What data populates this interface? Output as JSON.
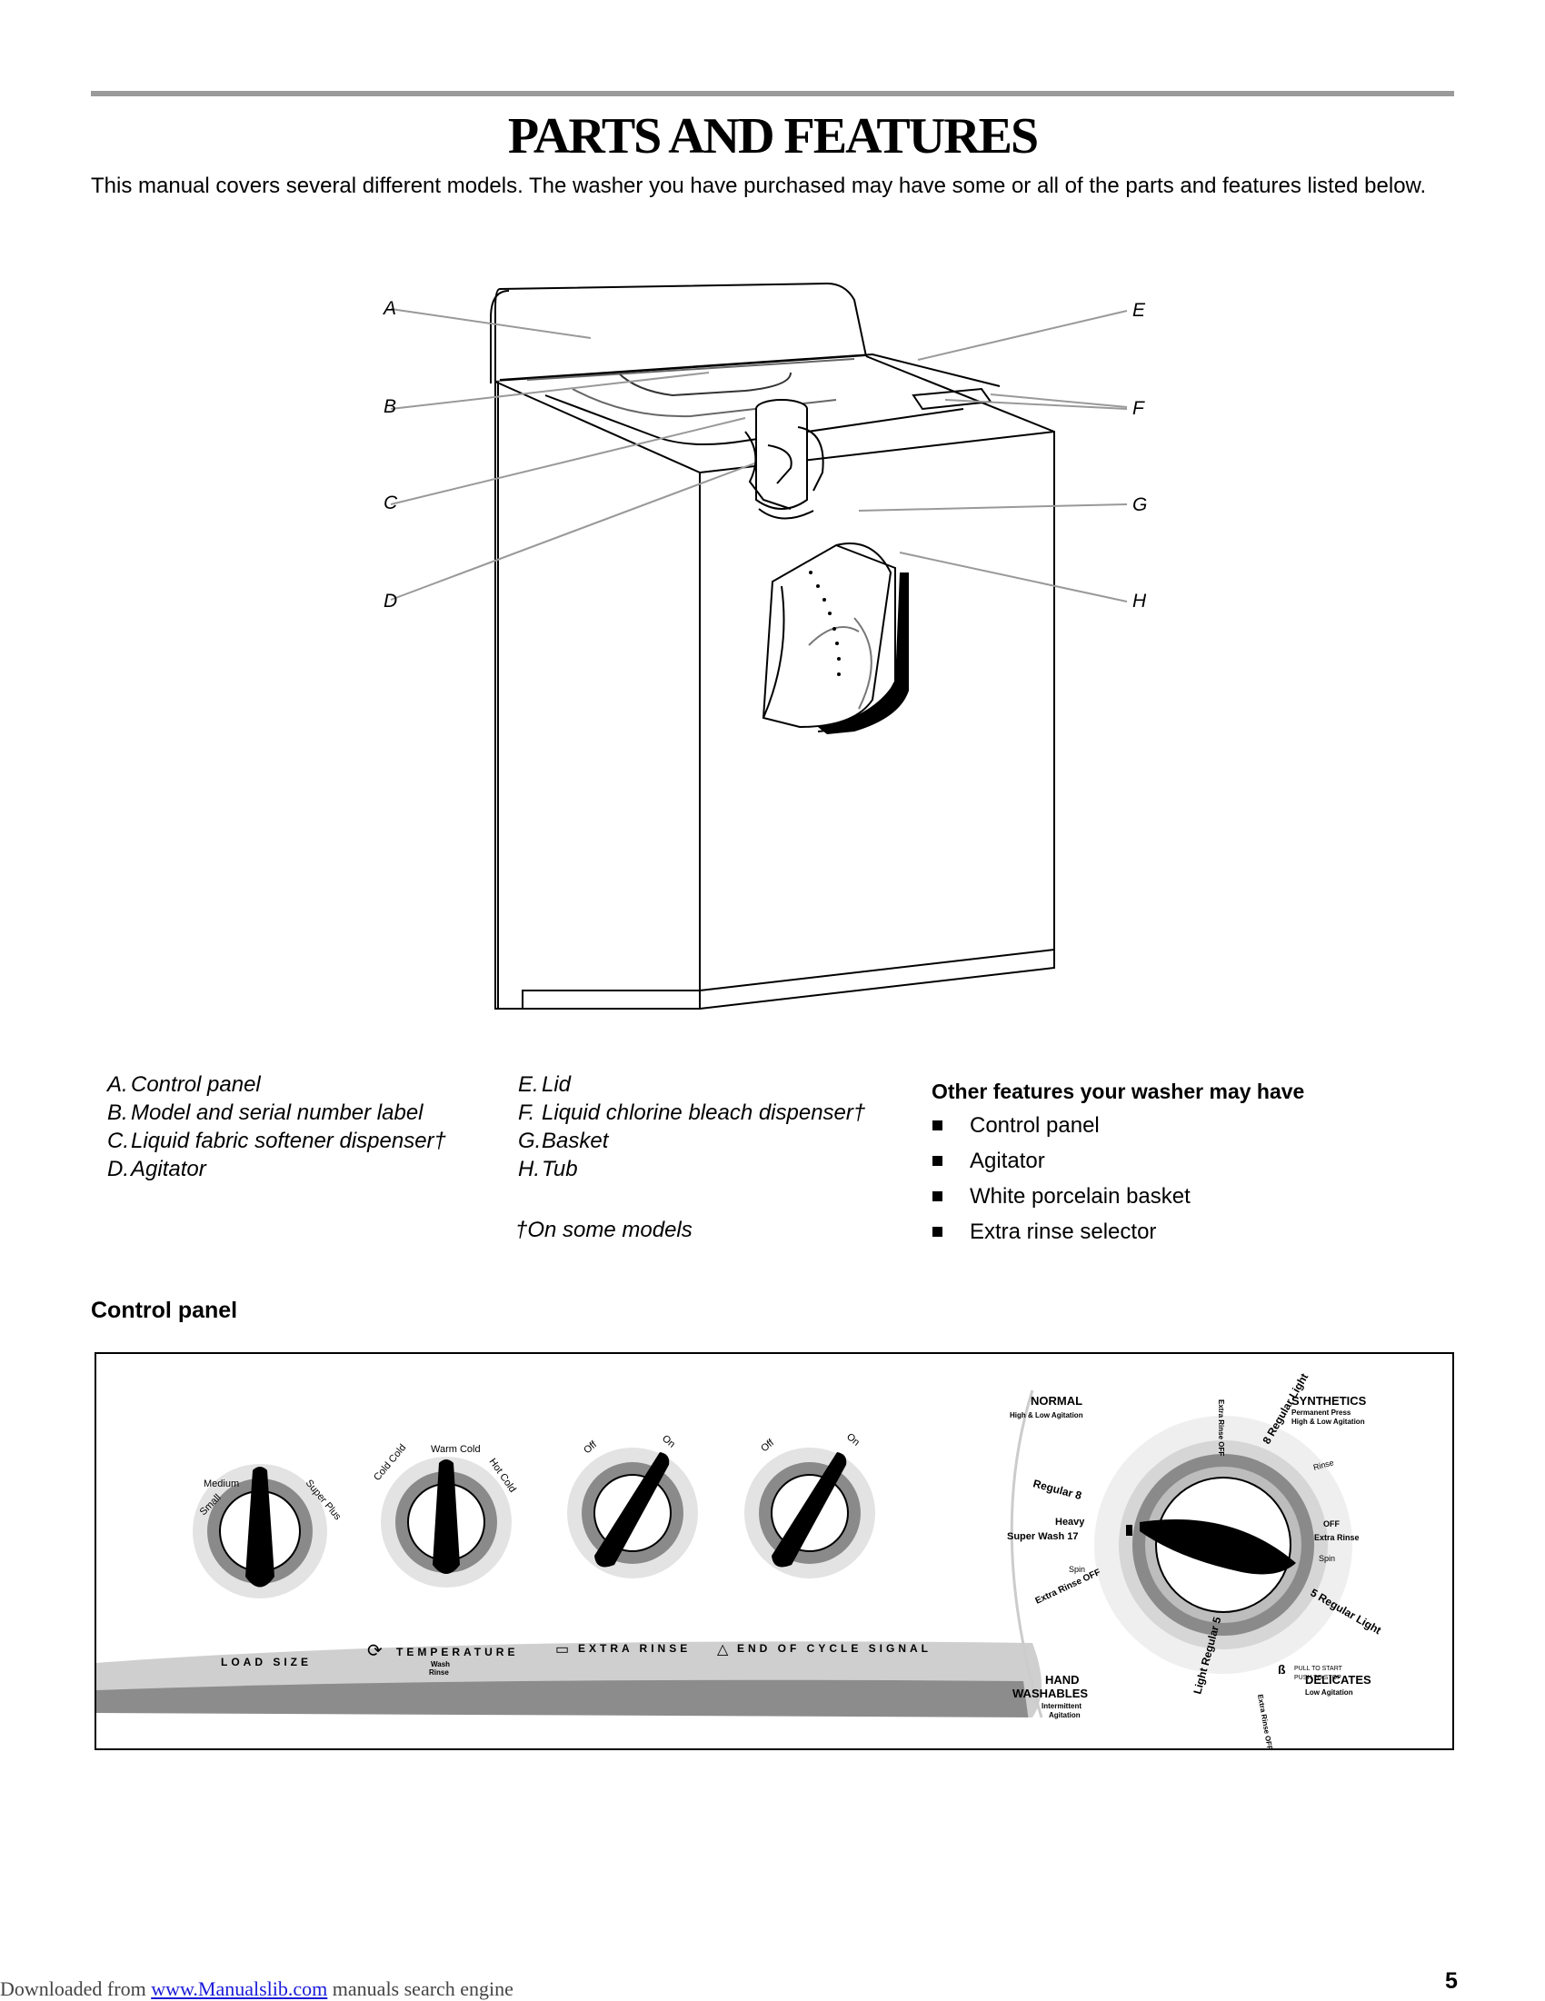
{
  "page": {
    "title": "PARTS AND FEATURES",
    "intro": "This manual covers several different models. The washer you have purchased may have some or all of the parts and features listed below.",
    "page_number": "5"
  },
  "diagram": {
    "callouts": [
      "A",
      "B",
      "C",
      "D",
      "E",
      "F",
      "G",
      "H"
    ]
  },
  "legend": {
    "left": [
      {
        "code": "A.",
        "text": "Control panel"
      },
      {
        "code": "B.",
        "text": "Model and serial number label"
      },
      {
        "code": "C.",
        "text": "Liquid fabric softener dispenser†"
      },
      {
        "code": "D.",
        "text": "Agitator"
      }
    ],
    "middle": [
      {
        "code": "E.",
        "text": "Lid"
      },
      {
        "code": "F.",
        "text": "Liquid chlorine bleach dispenser†"
      },
      {
        "code": "G.",
        "text": "Basket"
      },
      {
        "code": "H.",
        "text": "Tub"
      }
    ],
    "footnote": "†On some models"
  },
  "other_features": {
    "heading": "Other features your washer may have",
    "items": [
      "Control panel",
      "Agitator",
      "White porcelain basket",
      "Extra rinse selector"
    ]
  },
  "control_panel": {
    "heading": "Control panel",
    "load_size": {
      "label": "LOAD SIZE",
      "options": [
        "Small",
        "Medium",
        "Super Plus"
      ]
    },
    "temperature": {
      "label": "TEMPERATURE",
      "legend": [
        "Wash",
        "Rinse"
      ],
      "options": [
        "Cold Cold",
        "Warm Cold",
        "Hot Cold"
      ]
    },
    "extra_rinse": {
      "label": "EXTRA RINSE",
      "options": [
        "Off",
        "On"
      ]
    },
    "end_of_cycle": {
      "label": "END OF CYCLE SIGNAL",
      "options": [
        "Off",
        "On"
      ]
    },
    "cycles": {
      "normal": {
        "name": "NORMAL",
        "sub": "High & Low Agitation"
      },
      "synthetics": {
        "name": "SYNTHETICS",
        "sub1": "Permanent Press",
        "sub2": "High & Low Agitation"
      },
      "hand_washables": {
        "name1": "HAND",
        "name2": "WASHABLES",
        "sub1": "Intermittent",
        "sub2": "Agitation"
      },
      "delicates": {
        "name": "DELICATES",
        "sub": "Low Agitation"
      },
      "labels": {
        "regular8_left": "Regular 8",
        "heavy": "Heavy",
        "super_wash": "Super Wash 17",
        "extra_rinse_off": "Extra Rinse OFF",
        "spin": "Spin",
        "rinse": "Rinse",
        "off": "OFF",
        "extra_rinse_right": "Extra Rinse",
        "regular5_light_right": "5 Regular Light",
        "light_regular5_bottom": "Light Regular 5",
        "regular8_light_top": "8 Regular Light",
        "pull_to_start": "PULL TO START",
        "push_to_stop": "PUSH TO STOP"
      }
    }
  },
  "footer": {
    "prefix": "Downloaded from ",
    "link": "www.Manualslib.com",
    "suffix": " manuals search engine"
  }
}
